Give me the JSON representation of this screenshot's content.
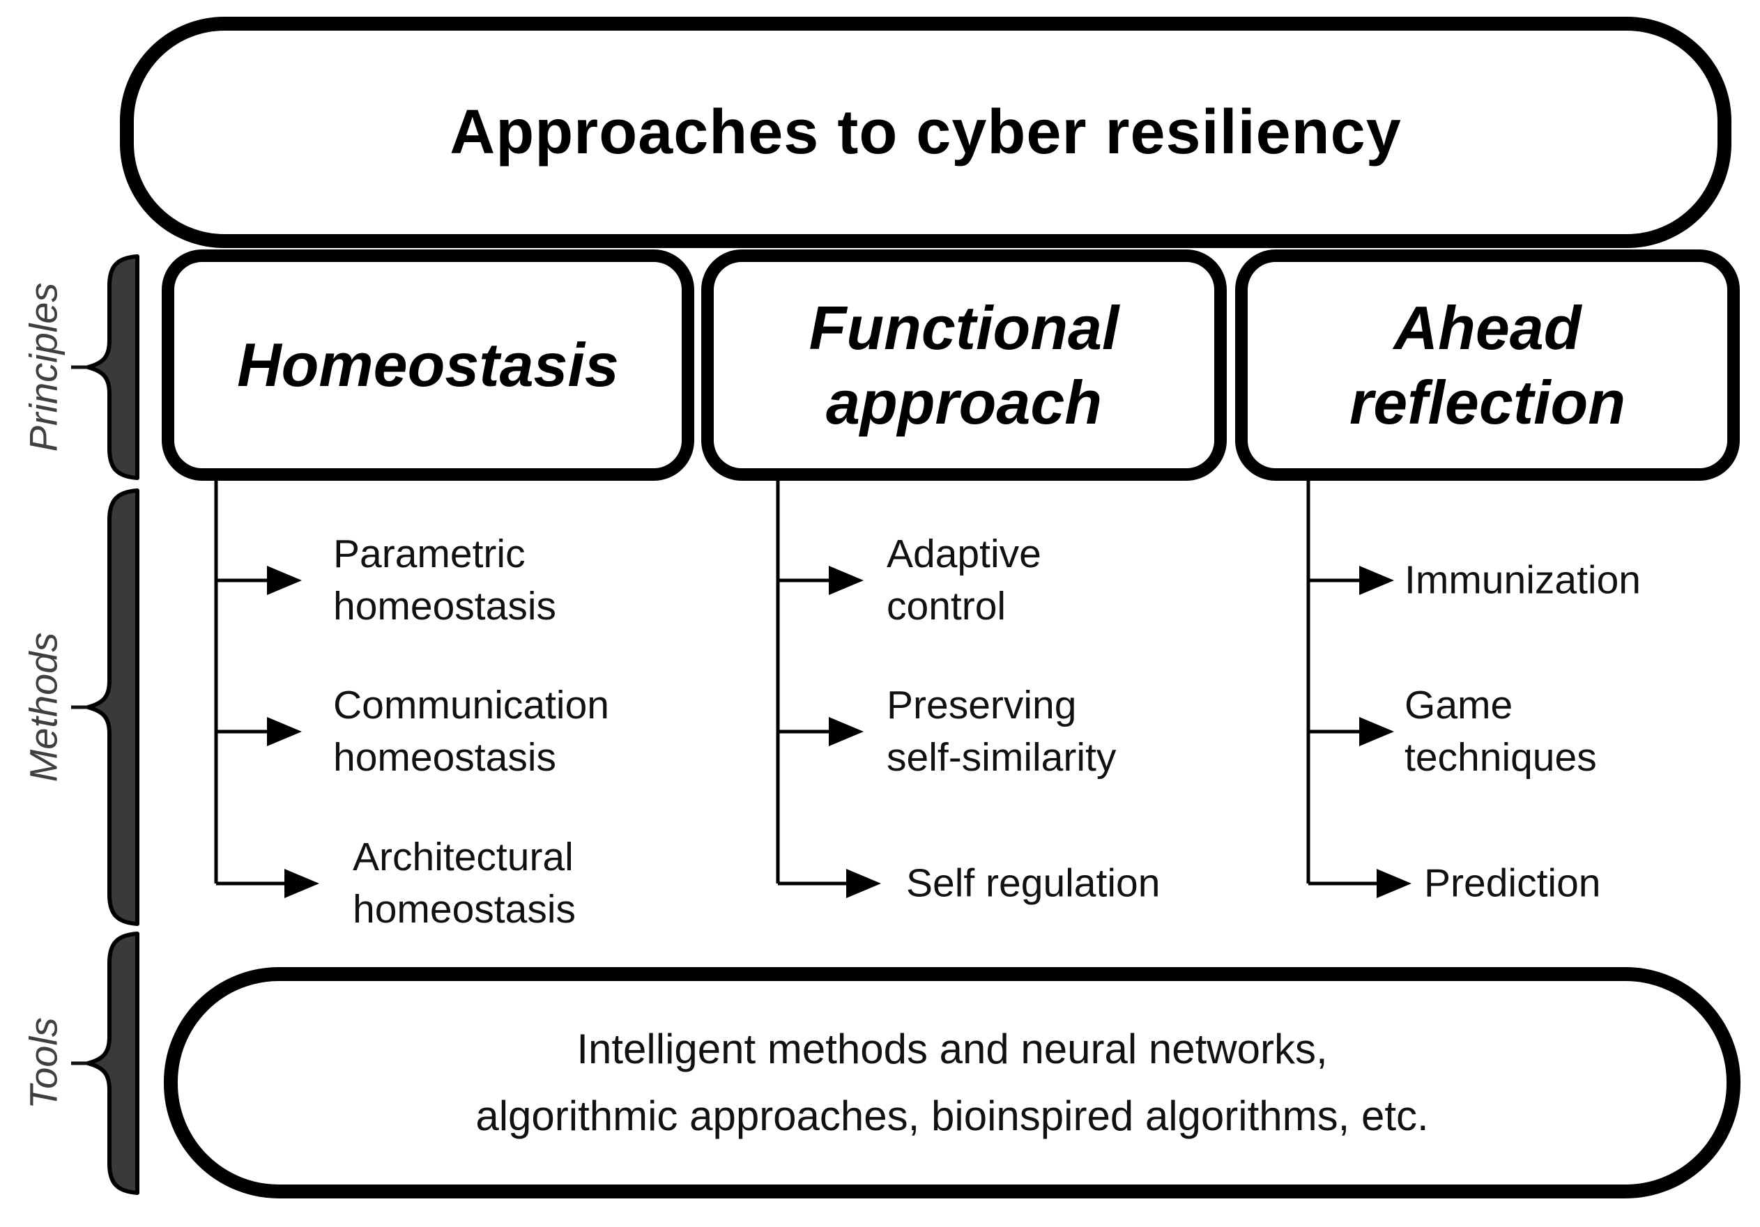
{
  "title": "Approaches to cyber resiliency",
  "side_labels": [
    {
      "label": "Principles"
    },
    {
      "label": "Methods"
    },
    {
      "label": "Tools"
    }
  ],
  "principles": [
    {
      "label": "Homeostasis",
      "methods": [
        "Parametric\nhomeostasis",
        "Communication\nhomeostasis",
        "Architectural\nhomeostasis"
      ]
    },
    {
      "label": "Functional\napproach",
      "methods": [
        "Adaptive\ncontrol",
        "Preserving\nself-similarity",
        "Self regulation"
      ]
    },
    {
      "label": "Ahead reflection",
      "methods": [
        "Immunization",
        "Game\ntechniques",
        "Prediction"
      ]
    }
  ],
  "tools_box": {
    "text": "Intelligent methods and neural networks,\nalgorithmic approaches, bioinspired algorithms, etc."
  },
  "colors": {
    "ink": "#000000",
    "brace_fill": "#3a3a3a",
    "side_label": "#3f3f3f",
    "background": "#ffffff"
  }
}
